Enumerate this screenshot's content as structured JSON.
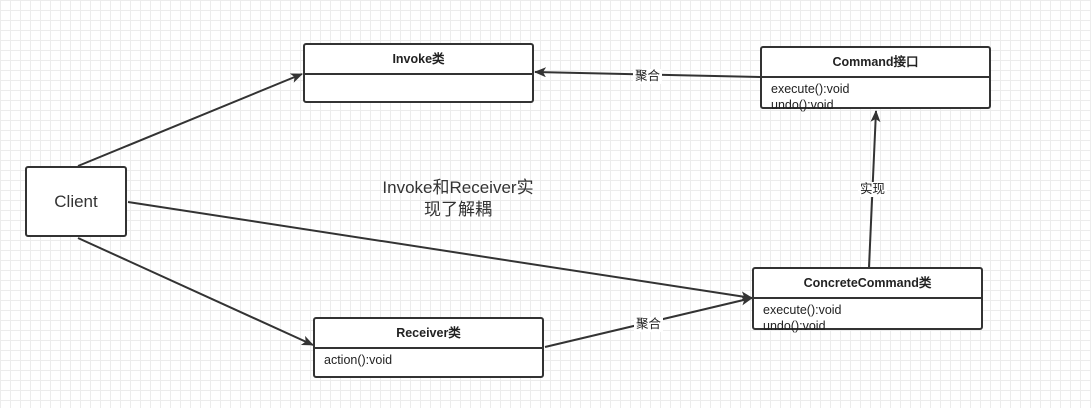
{
  "nodes": {
    "client": {
      "label": "Client"
    },
    "invoke": {
      "title": "Invoke类",
      "members": []
    },
    "command": {
      "title": "Command接口",
      "members": [
        "execute():void",
        "undo():void"
      ]
    },
    "concrete": {
      "title": "ConcreteCommand类",
      "members": [
        "execute():void",
        "undo():void"
      ]
    },
    "receiver": {
      "title": "Receiver类",
      "members": [
        "action():void"
      ]
    }
  },
  "edges": {
    "command_to_invoke": "聚合",
    "concrete_to_command": "实现",
    "receiver_to_concrete": "聚合"
  },
  "note": {
    "line1": "Invoke和Receiver实",
    "line2": "现了解耦"
  }
}
